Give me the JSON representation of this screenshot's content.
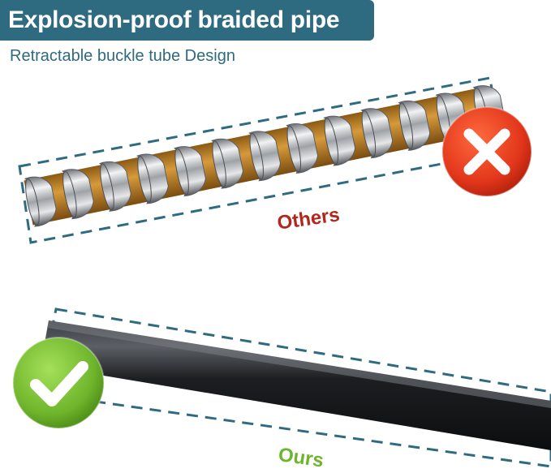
{
  "header": {
    "title": "Explosion-proof braided pipe",
    "subtitle": "Retractable buckle tube Design"
  },
  "comparison": {
    "others": {
      "label": "Others",
      "icon": "cross-icon",
      "color": "#b3261e"
    },
    "ours": {
      "label": "Ours",
      "icon": "check-icon",
      "color": "#6fb52c"
    }
  },
  "colors": {
    "banner": "#2f6b80",
    "dash": "#2f6b80",
    "metal": "#b9bcc0",
    "inner_tube": "#c8892a",
    "black_pipe": "#1d1f22",
    "cross_badge": "#e13a1c",
    "check_badge": "#6fb52c"
  }
}
